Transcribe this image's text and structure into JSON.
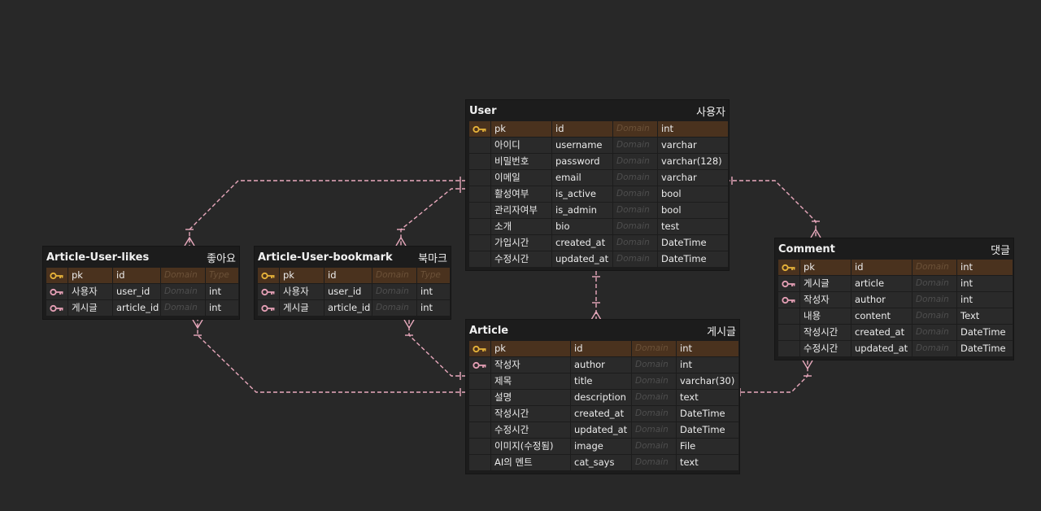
{
  "colors": {
    "background": "#282828",
    "pk_row": "#4a321e",
    "pk_key": "#e8b43a",
    "fk_key": "#e6a0b6",
    "connector": "#e9a9bd"
  },
  "entities": [
    {
      "id": "user",
      "title": "User",
      "title_ko": "사용자",
      "rows": [
        {
          "key": "pk",
          "name": "pk",
          "column": "id",
          "domain": "Domain",
          "type": "int"
        },
        {
          "key": "",
          "name": "아이디",
          "column": "username",
          "domain": "Domain",
          "type": "varchar"
        },
        {
          "key": "",
          "name": "비밀번호",
          "column": "password",
          "domain": "Domain",
          "type": "varchar(128)"
        },
        {
          "key": "",
          "name": "이메일",
          "column": "email",
          "domain": "Domain",
          "type": "varchar"
        },
        {
          "key": "",
          "name": "활성여부",
          "column": "is_active",
          "domain": "Domain",
          "type": "bool"
        },
        {
          "key": "",
          "name": "관리자여부",
          "column": "is_admin",
          "domain": "Domain",
          "type": "bool"
        },
        {
          "key": "",
          "name": "소개",
          "column": "bio",
          "domain": "Domain",
          "type": "test"
        },
        {
          "key": "",
          "name": "가입시간",
          "column": "created_at",
          "domain": "Domain",
          "type": "DateTime"
        },
        {
          "key": "",
          "name": "수정시간",
          "column": "updated_at",
          "domain": "Domain",
          "type": "DateTime"
        }
      ]
    },
    {
      "id": "article-user-likes",
      "title": "Article-User-likes",
      "title_ko": "좋아요",
      "rows": [
        {
          "key": "pk",
          "name": "pk",
          "column": "id",
          "domain": "Domain",
          "type": "Type"
        },
        {
          "key": "fk",
          "name": "사용자",
          "column": "user_id",
          "domain": "Domain",
          "type": "int"
        },
        {
          "key": "fk",
          "name": "게시글",
          "column": "article_id",
          "domain": "Domain",
          "type": "int"
        }
      ]
    },
    {
      "id": "article-user-bookmark",
      "title": "Article-User-bookmark",
      "title_ko": "북마크",
      "rows": [
        {
          "key": "pk",
          "name": "pk",
          "column": "id",
          "domain": "Domain",
          "type": "Type"
        },
        {
          "key": "fk",
          "name": "사용자",
          "column": "user_id",
          "domain": "Domain",
          "type": "int"
        },
        {
          "key": "fk",
          "name": "게시글",
          "column": "article_id",
          "domain": "Domain",
          "type": "int"
        }
      ]
    },
    {
      "id": "comment",
      "title": "Comment",
      "title_ko": "댓글",
      "rows": [
        {
          "key": "pk",
          "name": "pk",
          "column": "id",
          "domain": "Domain",
          "type": "int"
        },
        {
          "key": "fk",
          "name": "게시글",
          "column": "article",
          "domain": "Domain",
          "type": "int"
        },
        {
          "key": "fk",
          "name": "작성자",
          "column": "author",
          "domain": "Domain",
          "type": "int"
        },
        {
          "key": "",
          "name": "내용",
          "column": "content",
          "domain": "Domain",
          "type": "Text"
        },
        {
          "key": "",
          "name": "작성시간",
          "column": "created_at",
          "domain": "Domain",
          "type": "DateTime"
        },
        {
          "key": "",
          "name": "수정시간",
          "column": "updated_at",
          "domain": "Domain",
          "type": "DateTime"
        }
      ]
    },
    {
      "id": "article",
      "title": "Article",
      "title_ko": "게시글",
      "rows": [
        {
          "key": "pk",
          "name": "pk",
          "column": "id",
          "domain": "Domain",
          "type": "int"
        },
        {
          "key": "fk",
          "name": "작성자",
          "column": "author",
          "domain": "Domain",
          "type": "int"
        },
        {
          "key": "",
          "name": "제목",
          "column": "title",
          "domain": "Domain",
          "type": "varchar(30)"
        },
        {
          "key": "",
          "name": "설명",
          "column": "description",
          "domain": "Domain",
          "type": "text"
        },
        {
          "key": "",
          "name": "작성시간",
          "column": "created_at",
          "domain": "Domain",
          "type": "DateTime"
        },
        {
          "key": "",
          "name": "수정시간",
          "column": "updated_at",
          "domain": "Domain",
          "type": "DateTime"
        },
        {
          "key": "",
          "name": "이미지(수정됨)",
          "column": "image",
          "domain": "Domain",
          "type": "File"
        },
        {
          "key": "",
          "name": "AI의 멘트",
          "column": "cat_says",
          "domain": "Domain",
          "type": "text"
        }
      ]
    }
  ],
  "relationships": [
    {
      "id": "user-likes",
      "from": "User",
      "to": "Article-User-likes"
    },
    {
      "id": "user-bookmark",
      "from": "User",
      "to": "Article-User-bookmark"
    },
    {
      "id": "user-article",
      "from": "User",
      "to": "Article"
    },
    {
      "id": "user-comment",
      "from": "User",
      "to": "Comment"
    },
    {
      "id": "article-likes",
      "from": "Article",
      "to": "Article-User-likes"
    },
    {
      "id": "article-bookmark",
      "from": "Article",
      "to": "Article-User-bookmark"
    },
    {
      "id": "article-comment",
      "from": "Article",
      "to": "Comment"
    }
  ]
}
